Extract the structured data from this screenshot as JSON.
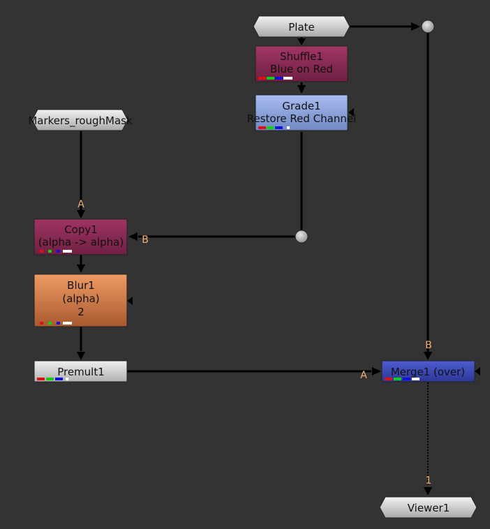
{
  "nodes": {
    "plate": {
      "label": "Plate"
    },
    "shuffle1": {
      "name": "Shuffle1",
      "detail": "Blue on Red"
    },
    "grade1": {
      "name": "Grade1",
      "detail": "Restore Red Channel"
    },
    "markers": {
      "label": "Markers_roughMask"
    },
    "copy1": {
      "name": "Copy1",
      "detail": "(alpha -> alpha)"
    },
    "blur1": {
      "name": "Blur1",
      "detail": "(alpha)",
      "size": "2"
    },
    "premult1": {
      "name": "Premult1"
    },
    "merge1": {
      "name": "Merge1 (over)"
    },
    "viewer1": {
      "label": "Viewer1"
    }
  },
  "inputs": {
    "copy_a": "A",
    "copy_b": "B",
    "merge_b": "B",
    "merge_a": "A",
    "viewer_1": "1"
  },
  "colors": {
    "background": "#333333",
    "edge": "#000000",
    "read_node": "#cfcfcf",
    "shuffle_node": "#8a2a52",
    "grade_node": "#8ea6dc",
    "copy_node": "#8f2d55",
    "blur_node": "#d8804c",
    "premult_node": "#d9d9d9",
    "merge_node": "#3a47b8",
    "dot": "#aaaaaa",
    "input_label": "#f5b26a"
  }
}
